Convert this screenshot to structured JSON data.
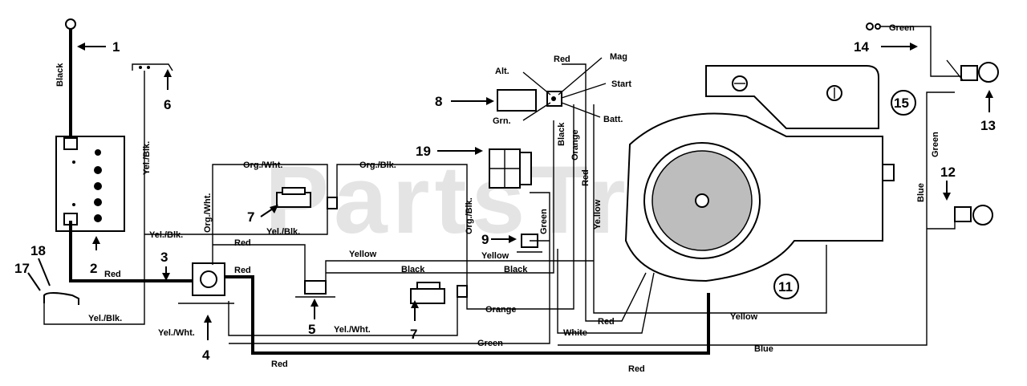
{
  "watermark": "PartsTr",
  "callouts": [
    "1",
    "2",
    "3",
    "4",
    "5",
    "6",
    "7",
    "7",
    "8",
    "9",
    "11",
    "12",
    "13",
    "14",
    "15",
    "17",
    "18",
    "19"
  ],
  "wire_labels": {
    "black": "Black",
    "yel_blk": "Yel./Blk.",
    "org_wht": "Org./Wht.",
    "org_blk": "Org./Blk.",
    "yellow": "Yellow",
    "red": "Red",
    "green": "Green",
    "orange": "Orange",
    "white": "White",
    "blue": "Blue",
    "yel_wht": "Yel./Wht.",
    "ye_llow": "Ye.llow",
    "green_top": "Green"
  },
  "switch_labels": {
    "alt": "Alt.",
    "grn": "Grn.",
    "mag": "Mag",
    "start": "Start",
    "batt": "Batt."
  }
}
